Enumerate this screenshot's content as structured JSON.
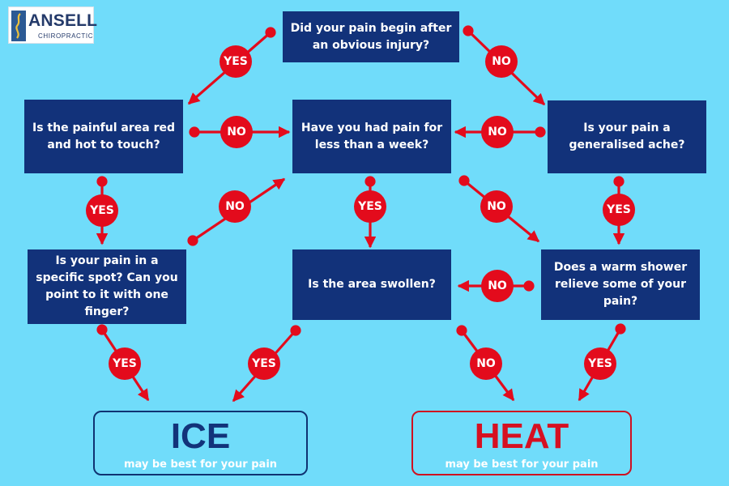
{
  "logo": {
    "name": "ANSELL",
    "sub": "CHIROPRACTIC"
  },
  "questions": {
    "injury": "Did your pain begin after an obvious injury?",
    "red_hot": "Is the painful area red and hot to touch?",
    "under_week": "Have you had pain for less than a week?",
    "generalised": "Is your pain a generalised ache?",
    "specific_spot": "Is your pain in a specific spot? Can you point to it with one finger?",
    "swollen": "Is the area swollen?",
    "warm_shower": "Does a warm shower relieve some of your pain?"
  },
  "answers": {
    "yes": "YES",
    "no": "NO"
  },
  "results": {
    "ice": {
      "title": "ICE",
      "subtitle": "may be best for your pain"
    },
    "heat": {
      "title": "HEAT",
      "subtitle": "may be best for your pain"
    }
  },
  "colors": {
    "background": "#70dcfa",
    "question_box": "#12327a",
    "arrow_red": "#e30b1c",
    "ice_blue": "#12337a",
    "heat_red": "#d61021"
  }
}
